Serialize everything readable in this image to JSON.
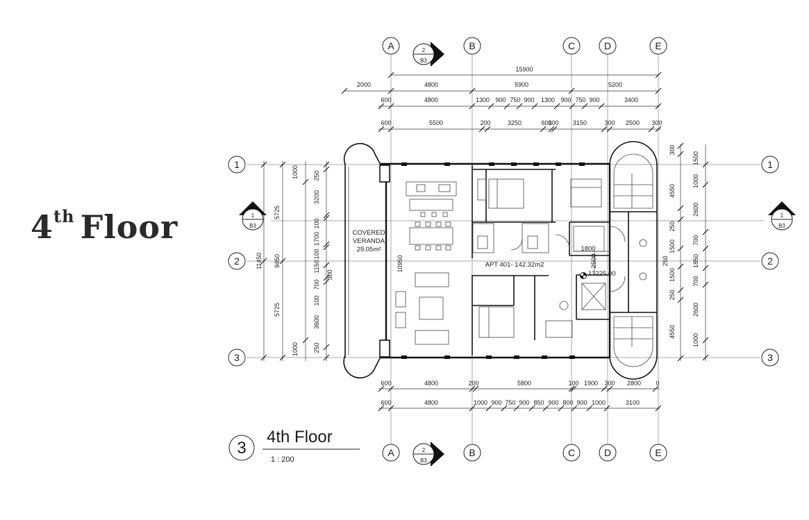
{
  "page_heading": {
    "main": "4",
    "suffix": "th",
    "rest": "Floor"
  },
  "drawing": {
    "title": "4th Floor",
    "view_number": "3",
    "scale": "1 : 200",
    "grid_lines": {
      "columns": [
        "A",
        "B",
        "C",
        "D",
        "E"
      ],
      "rows": [
        "1",
        "2",
        "3"
      ]
    },
    "section_markers": {
      "top": {
        "number": "2",
        "sheet": "B3"
      },
      "bottom": {
        "number": "2",
        "sheet": "B3"
      },
      "left": {
        "number": "1",
        "sheet": "B3"
      },
      "right": {
        "number": "1",
        "sheet": "B3"
      }
    },
    "rooms": {
      "veranda_line1": "COVERED",
      "veranda_line2": "VERANDA",
      "veranda_area": "29.05m²",
      "apartment": "APT 401- 142.32m2",
      "level": "13225.00",
      "depth_label": "10950",
      "core_width": "1800",
      "core_depth": "2500"
    },
    "top_dims": {
      "overall": "15900",
      "row2": [
        "2000",
        "4800",
        "5900",
        "5200"
      ],
      "row3": [
        "600",
        "4800",
        "1300",
        "900",
        "750",
        "900",
        "1300",
        "900",
        "750",
        "900",
        "3400"
      ],
      "row4": [
        "600",
        "5500",
        "200",
        "3250",
        "600",
        "100",
        "3150",
        "300",
        "2500",
        "300"
      ]
    },
    "bottom_dims": {
      "row1": [
        "600",
        "4800",
        "200",
        "5800",
        "100",
        "1900",
        "300",
        "2800",
        "0"
      ],
      "row2": [
        "600",
        "4800",
        "1000",
        "900",
        "750",
        "900",
        "850",
        "900",
        "800",
        "900",
        "1000",
        "3100"
      ]
    },
    "left_dims": {
      "overall": "11450",
      "row2": [
        "5725",
        "5725"
      ],
      "row3": [
        "9450"
      ],
      "row4": [
        "1000",
        "1000"
      ],
      "row5": [
        "250",
        "3200",
        "100",
        "1700",
        "100",
        "1150",
        "700",
        "100",
        "3600",
        "250"
      ],
      "row6": [
        "300"
      ]
    },
    "right_dims": {
      "row1": [
        "300",
        "4550",
        "2600",
        "250",
        "1500",
        "250",
        "1500",
        "250",
        "2600",
        "4550"
      ],
      "row2": [
        "1500",
        "1000",
        "700",
        "1850",
        "700",
        "1000"
      ]
    }
  }
}
